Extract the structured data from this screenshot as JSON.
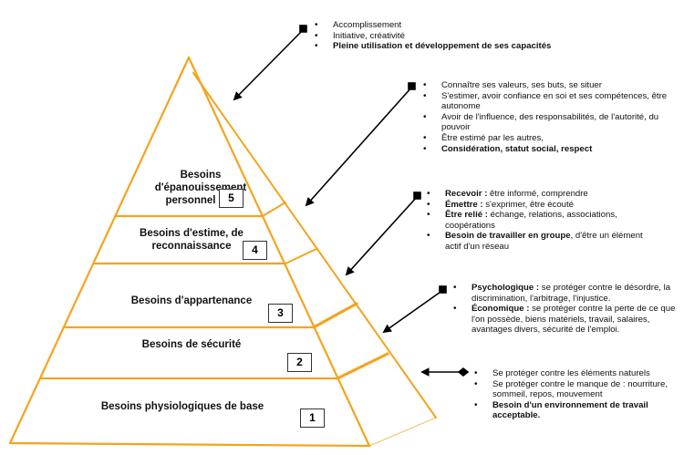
{
  "colors": {
    "pyramid_stroke": "#F5A31E",
    "arrow": "#000000",
    "text": "#111111"
  },
  "levels": [
    {
      "number": "5",
      "label_lines": [
        "Besoins",
        "d'épanouissement",
        "personnel"
      ]
    },
    {
      "number": "4",
      "label_lines": [
        "Besoins d'estime, de",
        "reconnaissance"
      ]
    },
    {
      "number": "3",
      "label_lines": [
        "Besoins d'appartenance"
      ]
    },
    {
      "number": "2",
      "label_lines": [
        "Besoins de sécurité"
      ]
    },
    {
      "number": "1",
      "label_lines": [
        "Besoins physiologiques de base"
      ]
    }
  ],
  "notes": [
    {
      "level": "5",
      "items": [
        {
          "bold": "",
          "text": "Accomplissement"
        },
        {
          "bold": "",
          "text": "Initiative, créativité"
        },
        {
          "bold": "Pleine utilisation et développement de ses capacités",
          "text": ""
        }
      ]
    },
    {
      "level": "4",
      "items": [
        {
          "bold": "",
          "text": "Connaître ses valeurs, ses buts, se situer"
        },
        {
          "bold": "",
          "text": "S'estimer, avoir confiance en soi et ses compétences, être autonome"
        },
        {
          "bold": "",
          "text": "Avoir de l'influence, des responsabilités, de l'autorité, du pouvoir"
        },
        {
          "bold": "",
          "text": "Être estimé par les autres,"
        },
        {
          "bold": "Considération, statut social, respect",
          "text": ""
        }
      ]
    },
    {
      "level": "3",
      "items": [
        {
          "bold": "Recevoir :",
          "text": " être informé, comprendre"
        },
        {
          "bold": "Émettre :",
          "text": " s'exprimer, être écouté"
        },
        {
          "bold": "Être relié :",
          "text": " échange, relations, associations, coopérations"
        },
        {
          "bold": "Besoin de travailler en groupe",
          "text": ", d'être un élément actif d'un réseau"
        }
      ]
    },
    {
      "level": "2",
      "items": [
        {
          "bold": "Psychologique :",
          "text": " se protéger contre le désordre, la discrimination, l'arbitrage, l'injustice."
        },
        {
          "bold": "Économique :",
          "text": " se protéger contre la perte de ce que l'on possède, biens matériels, travail, salaires, avantages divers, sécurité de l'emploi."
        }
      ]
    },
    {
      "level": "1",
      "items": [
        {
          "bold": "",
          "text": "Se protéger contre les éléments naturels"
        },
        {
          "bold": "",
          "text": "Se protéger contre le manque de : nourriture, sommeil, repos, mouvement"
        },
        {
          "bold": "Besoin d'un environnement de travail acceptable.",
          "text": ""
        }
      ]
    }
  ]
}
